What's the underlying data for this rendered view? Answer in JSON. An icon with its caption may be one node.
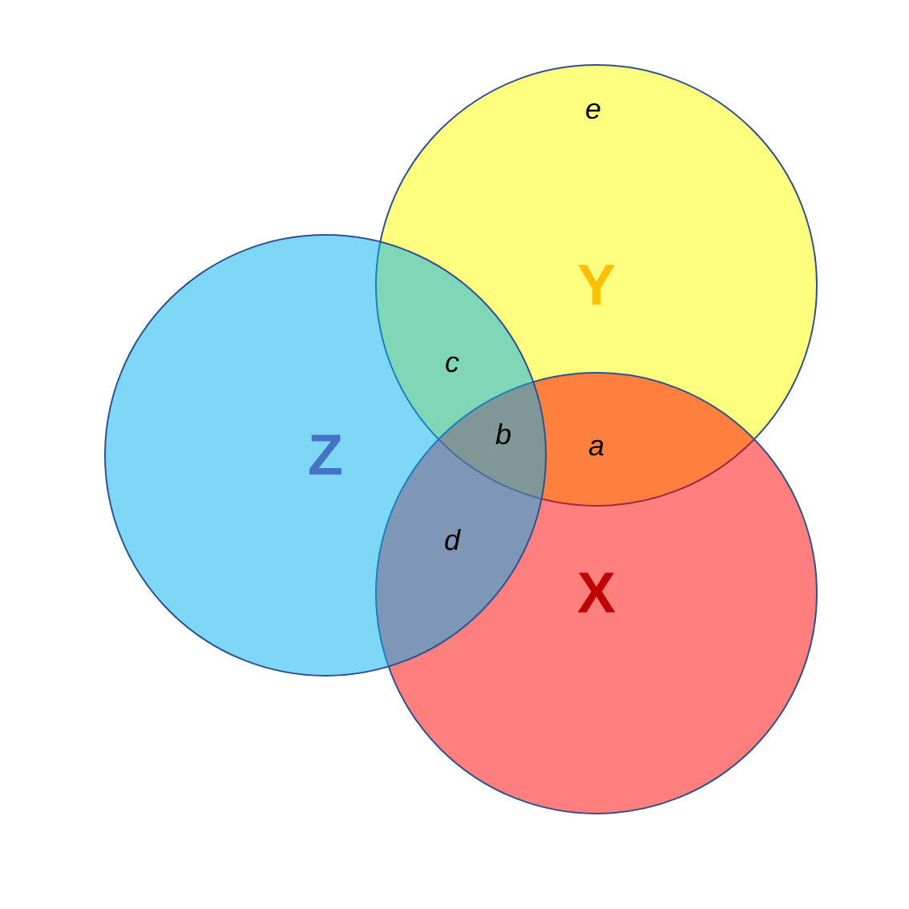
{
  "diagram": {
    "nodes": [
      {
        "text": [
          "Y"
        ]
      },
      {
        "text": [
          "Z"
        ]
      },
      {
        "text": [
          "X"
        ]
      }
    ],
    "labels": [
      "e",
      "c",
      "b",
      "a",
      "d"
    ]
  }
}
